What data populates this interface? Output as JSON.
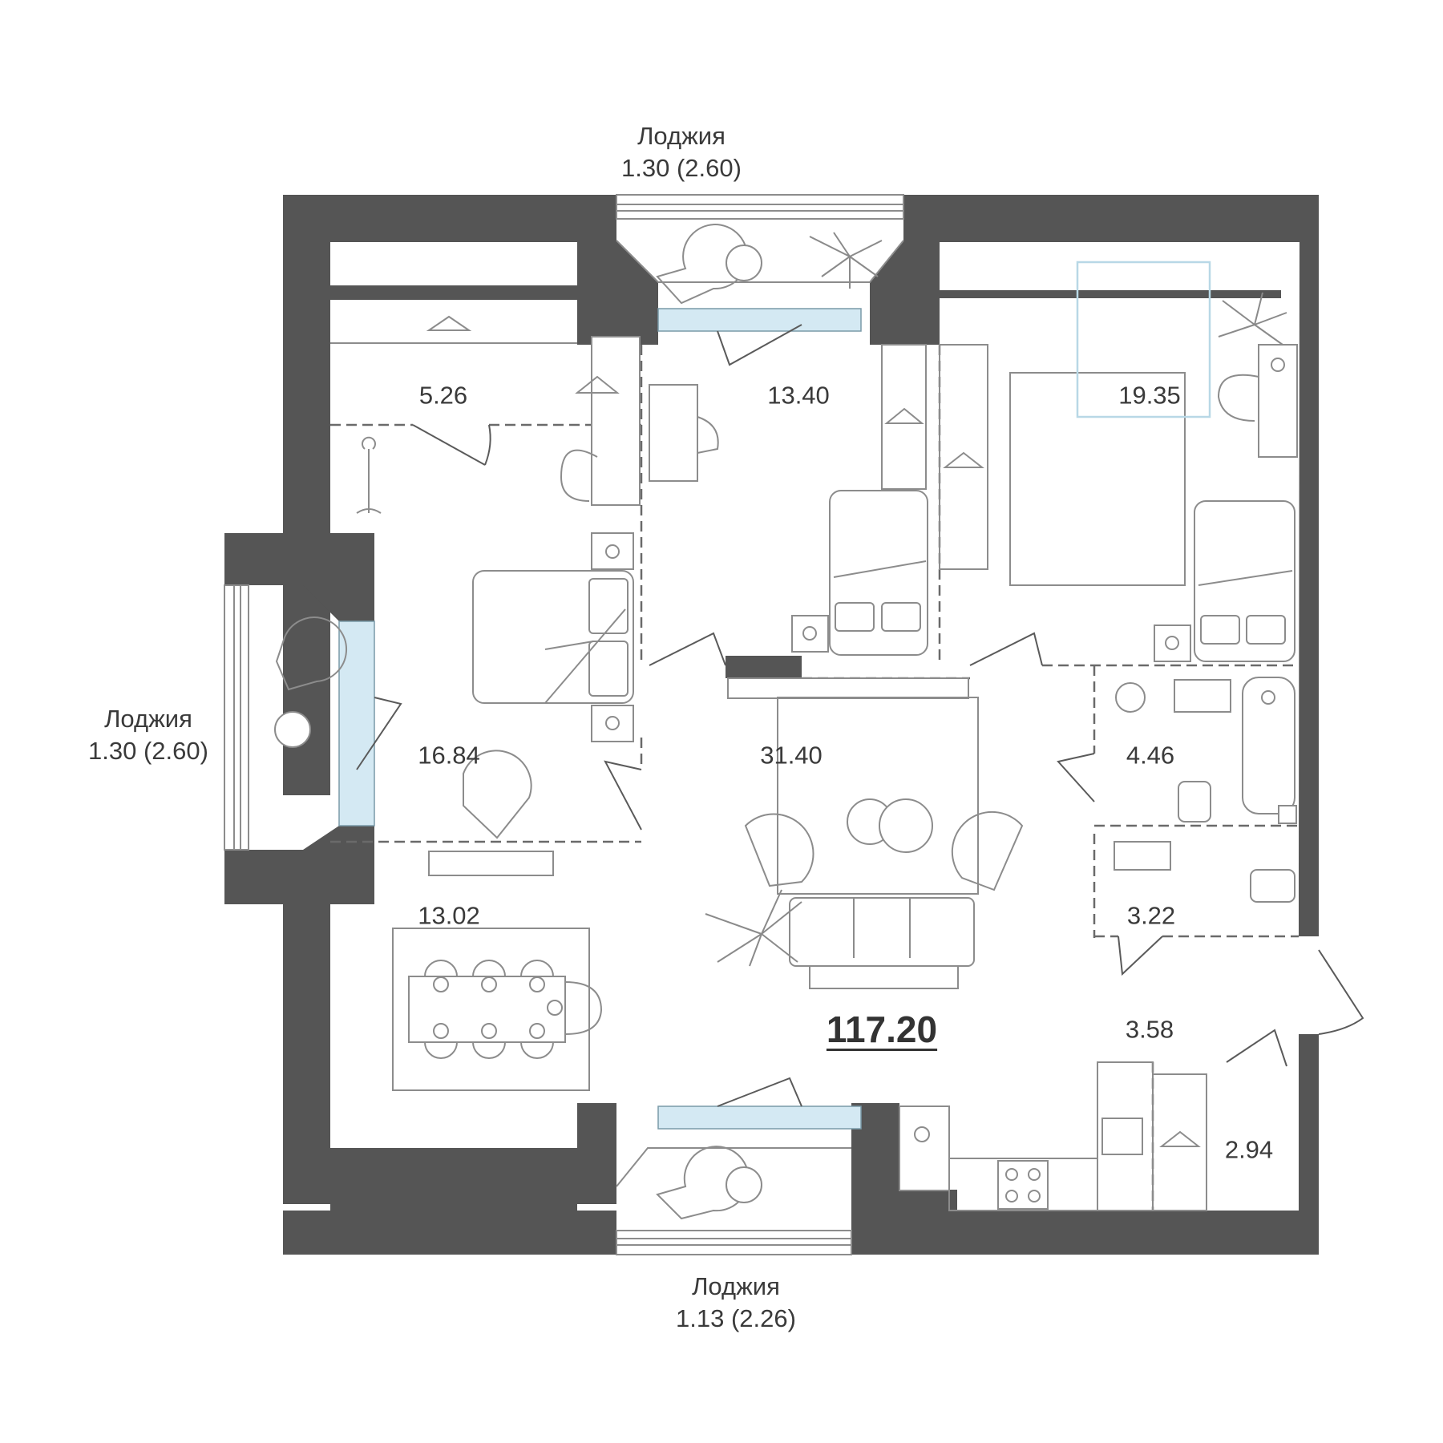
{
  "total_area": "117.20",
  "loggias": [
    {
      "title": "Лоджия",
      "area": "1.30 (2.60)"
    },
    {
      "title": "Лоджия",
      "area": "1.30 (2.60)"
    },
    {
      "title": "Лоджия",
      "area": "1.13 (2.26)"
    }
  ],
  "rooms": [
    {
      "area": "5.26"
    },
    {
      "area": "13.40"
    },
    {
      "area": "19.35"
    },
    {
      "area": "16.84"
    },
    {
      "area": "31.40"
    },
    {
      "area": "4.46"
    },
    {
      "area": "3.22"
    },
    {
      "area": "13.02"
    },
    {
      "area": "3.58"
    },
    {
      "area": "2.94"
    }
  ],
  "colors": {
    "wall": "#555555",
    "glass": "#d4e9f3",
    "line": "#8c8c8c",
    "accent": "#b8d8e6"
  },
  "icons": [
    "armchair-icon",
    "side-table-icon",
    "palm-plant-icon",
    "bed-icon",
    "pillow-icon",
    "hanger-icon",
    "socket-icon",
    "desk-icon",
    "dining-table-icon",
    "sofa-icon",
    "tv-icon",
    "bathtub-icon",
    "toilet-icon",
    "sink-icon",
    "washing-machine-icon",
    "stove-icon",
    "boiler-icon"
  ]
}
